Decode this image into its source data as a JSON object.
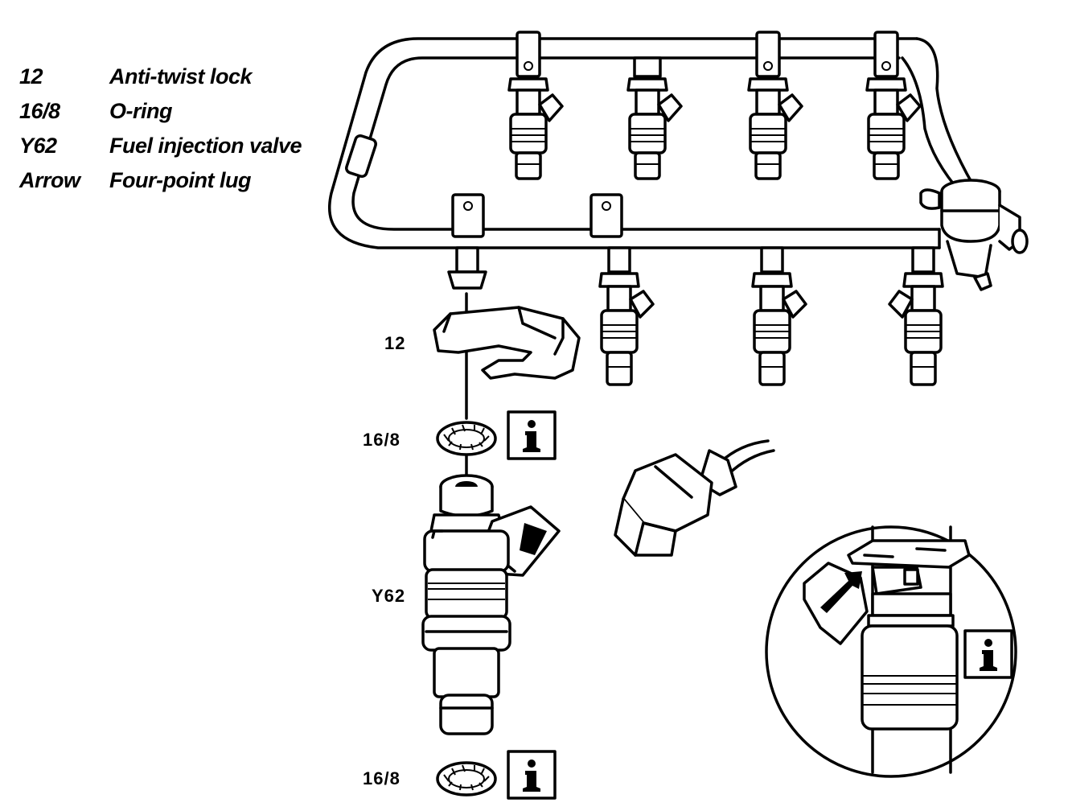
{
  "legend": [
    {
      "code": "12",
      "description": "Anti-twist lock"
    },
    {
      "code": "16/8",
      "description": "O-ring"
    },
    {
      "code": "Y62",
      "description": "Fuel injection valve"
    },
    {
      "code": "Arrow",
      "description": "Four-point lug"
    }
  ],
  "callouts": {
    "anti_twist_lock": "12",
    "o_ring_top": "16/8",
    "injection_valve": "Y62",
    "o_ring_bottom": "16/8"
  },
  "icons": [
    "info-symbol-icon",
    "info-symbol-icon",
    "info-symbol-icon"
  ]
}
